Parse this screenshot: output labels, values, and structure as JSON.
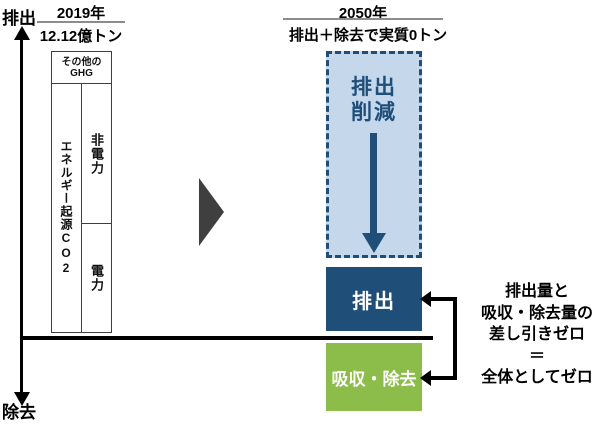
{
  "diagram": {
    "axis": {
      "top": "排出",
      "bottom": "除去"
    },
    "y2019": {
      "title": "2019年",
      "amount": "12.12億トン",
      "other_ghg": "その他の\nGHG",
      "energy_co2": "エネルギー起源CO2",
      "non_power": "非電力",
      "power": "電力"
    },
    "y2050": {
      "title": "2050年",
      "subtitle": "排出＋除去で実質0トン",
      "reduction": "排出\n削減",
      "emission": "排出",
      "removal": "吸収・除去"
    },
    "annotation": {
      "lines": [
        "排出量と",
        "吸収・除去量の",
        "差し引きゼロ",
        "＝",
        "全体としてゼロ"
      ]
    },
    "colors": {
      "navy": "#1F4E79",
      "light_blue": "#C5D7EB",
      "green": "#8CBD4A",
      "dark_gray": "#3F3F3F",
      "underline_gray": "#8C8C8C"
    }
  }
}
